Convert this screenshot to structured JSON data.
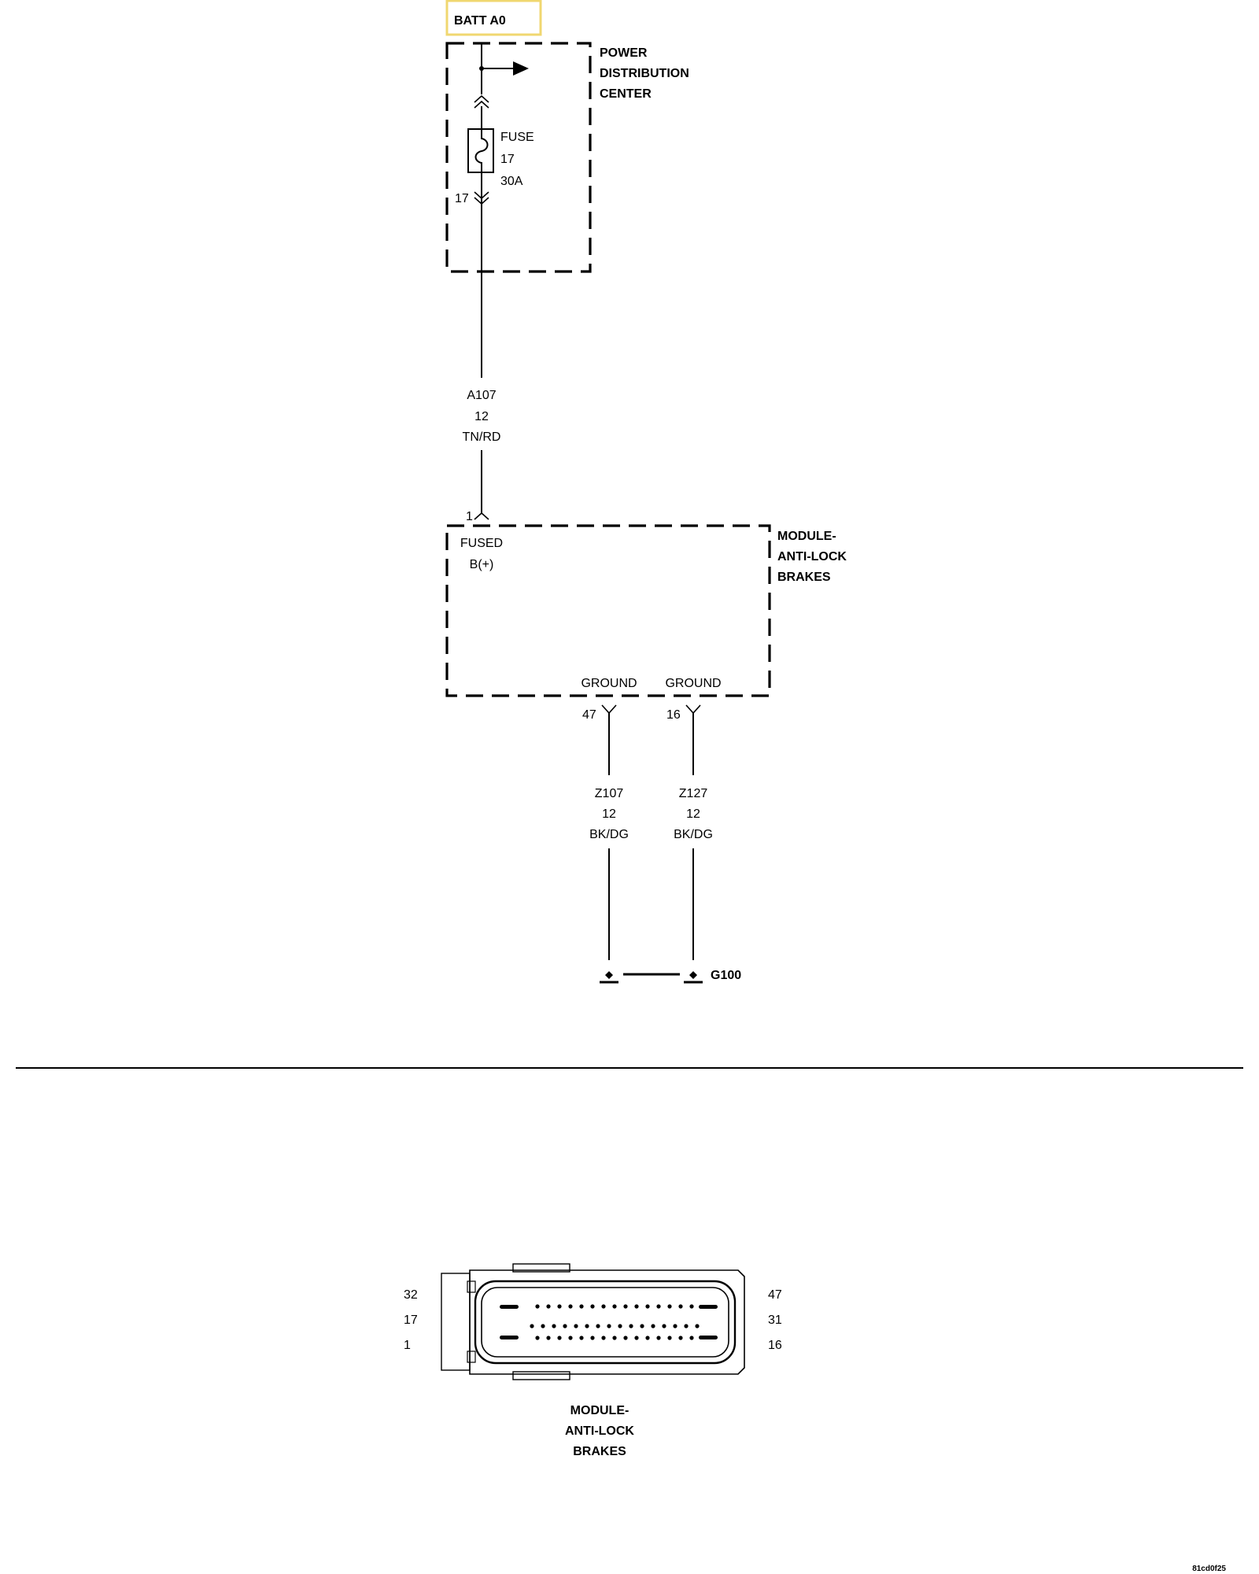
{
  "source_box": {
    "label": "BATT A0",
    "border_color": "#f0d770"
  },
  "pdc": {
    "lines": [
      "POWER",
      "DISTRIBUTION",
      "CENTER"
    ]
  },
  "fuse": {
    "lines": [
      "FUSE",
      "17",
      "30A"
    ],
    "cavity": "17"
  },
  "wire_a107": {
    "circuit": "A107",
    "gauge": "12",
    "color": "TN/RD"
  },
  "abs_module": {
    "lines": [
      "MODULE-",
      "ANTI-LOCK",
      "BRAKES"
    ],
    "input_pin": "1",
    "input_lines": [
      "FUSED",
      "B(+)"
    ],
    "ground_1": {
      "label": "GROUND",
      "pin": "47"
    },
    "ground_2": {
      "label": "GROUND",
      "pin": "16"
    }
  },
  "wire_z107": {
    "circuit": "Z107",
    "gauge": "12",
    "color": "BK/DG"
  },
  "wire_z127": {
    "circuit": "Z127",
    "gauge": "12",
    "color": "BK/DG"
  },
  "ground_point": {
    "label": "G100"
  },
  "connector_view": {
    "left_pins": [
      "32",
      "17",
      "1"
    ],
    "right_pins": [
      "47",
      "31",
      "16"
    ],
    "lines": [
      "MODULE-",
      "ANTI-LOCK",
      "BRAKES"
    ]
  },
  "footer_code": "81cd0f25"
}
